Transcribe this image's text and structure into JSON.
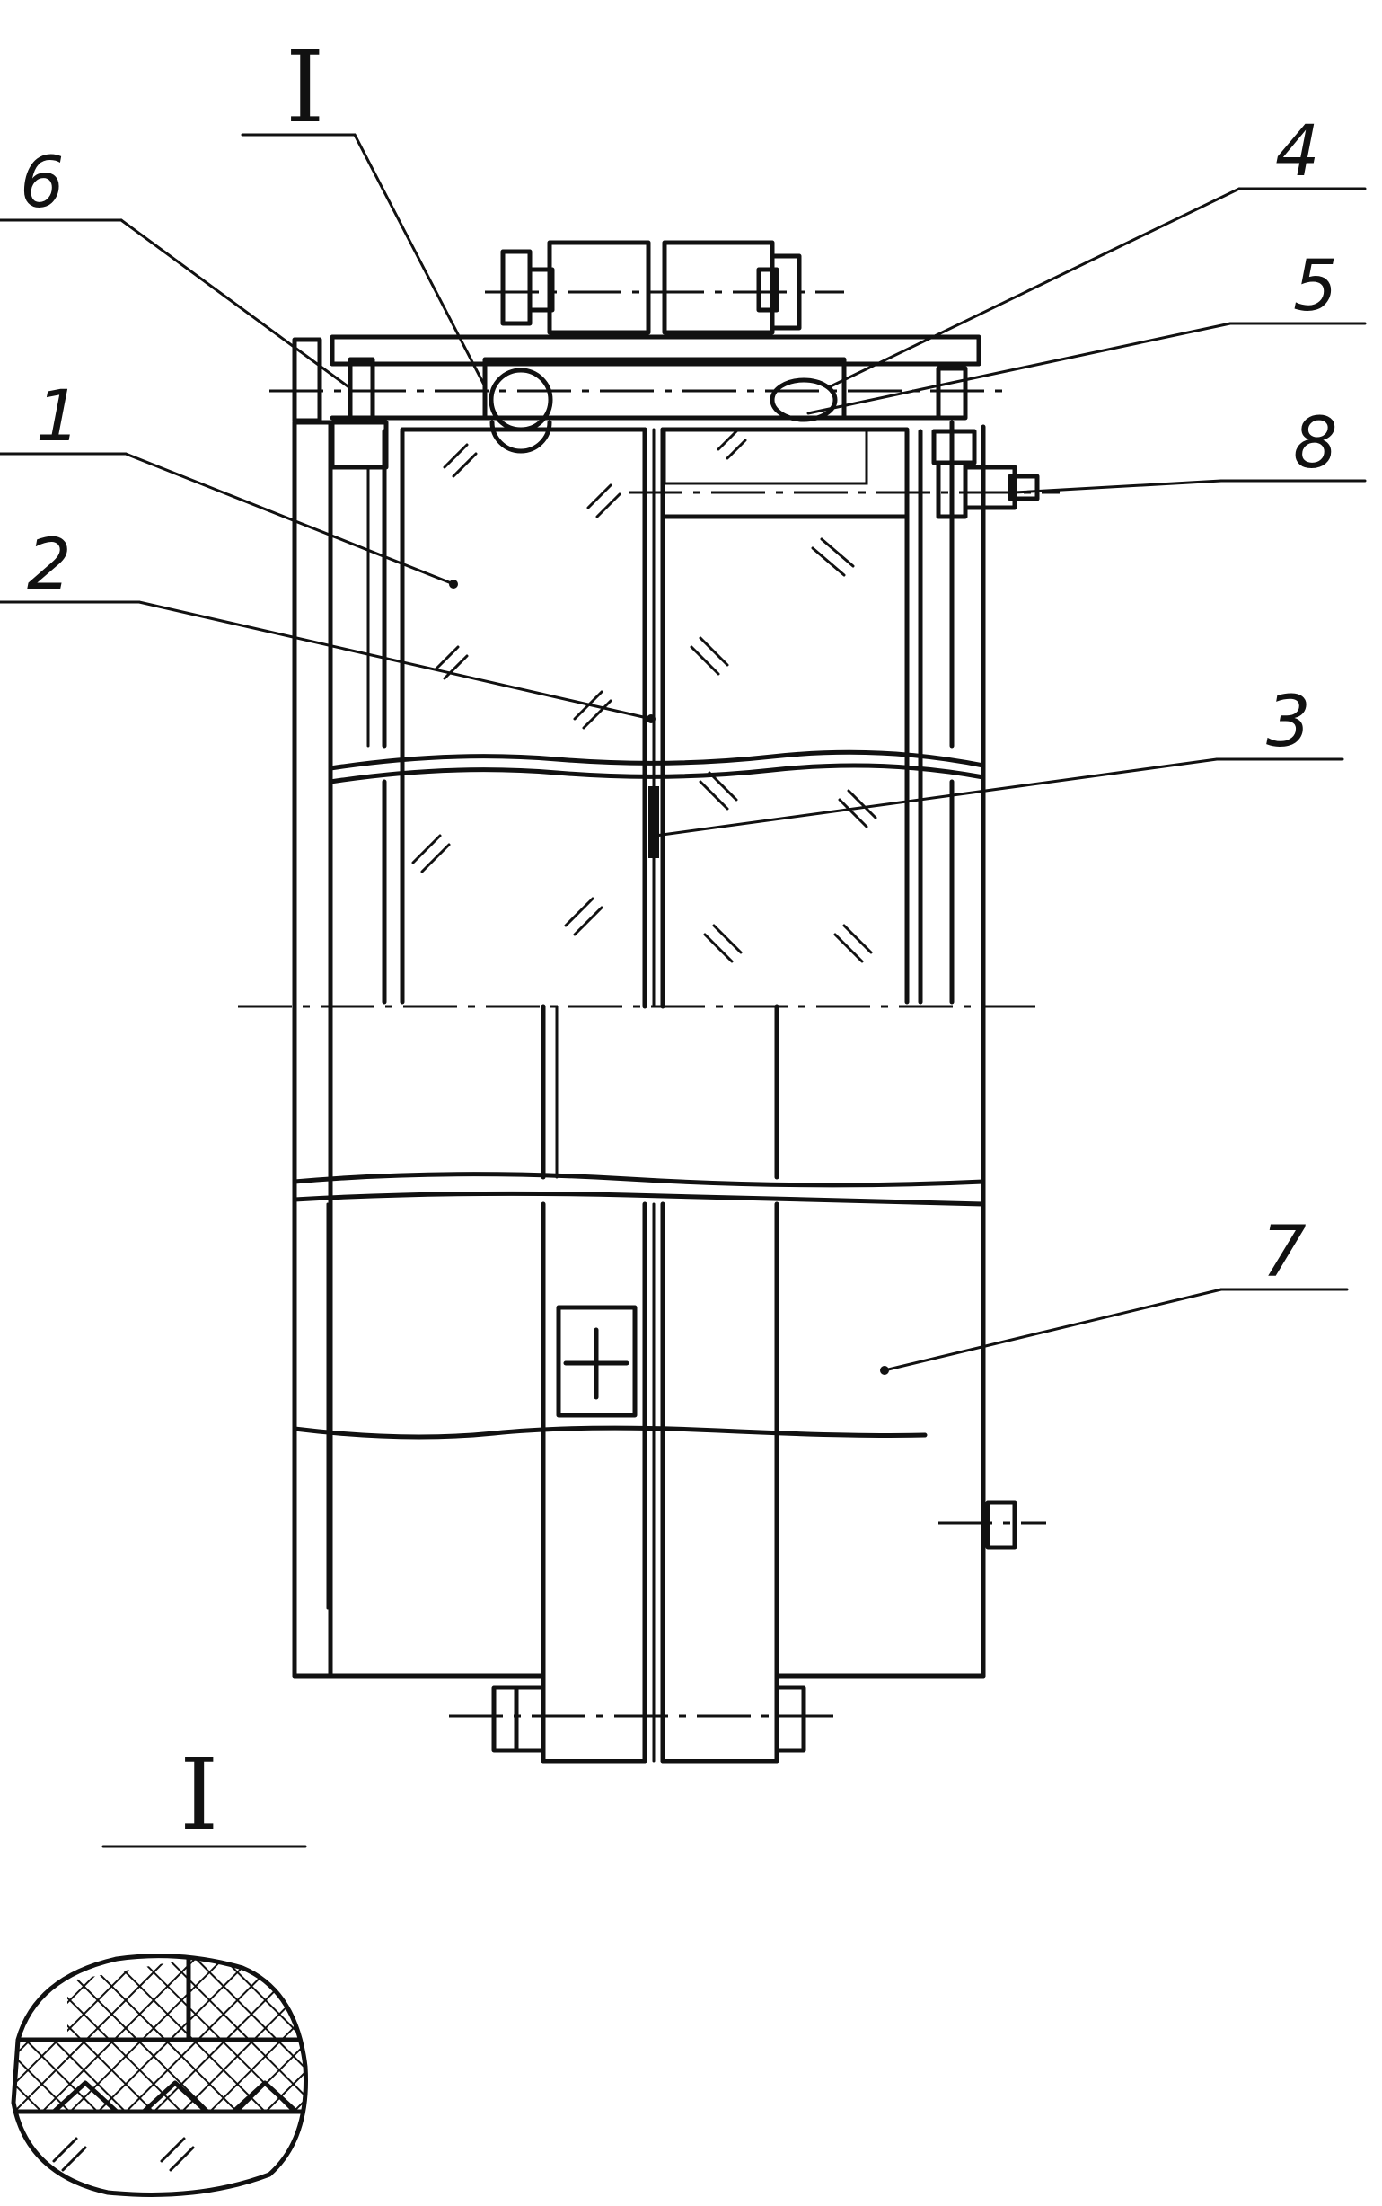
{
  "labels": {
    "detail_I_top": "I",
    "n1": "1",
    "n2": "2",
    "n3": "3",
    "n4": "4",
    "n5": "5",
    "n6": "6",
    "n7": "7",
    "n8": "8",
    "detail_I_bottom": "I"
  }
}
